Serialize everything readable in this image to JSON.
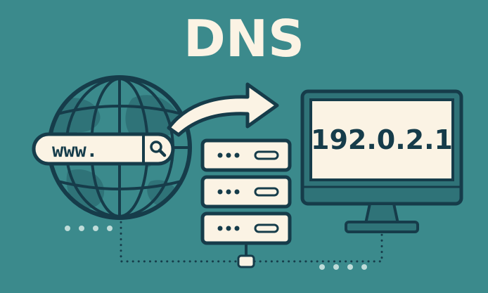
{
  "title": "DNS",
  "search": {
    "query": "www."
  },
  "monitor": {
    "ip_address": "192.0.2.1"
  },
  "colors": {
    "background": "#3b8a8c",
    "outline": "#163c4a",
    "cream": "#fbf3e4",
    "globe_land": "#2f7378",
    "globe_sea": "#3b8a8c",
    "monitor_stand": "#2f7378",
    "dots": "#bfdcd9"
  },
  "icons": [
    "globe-icon",
    "search-icon",
    "arrow-icon",
    "server-icon",
    "monitor-icon"
  ]
}
